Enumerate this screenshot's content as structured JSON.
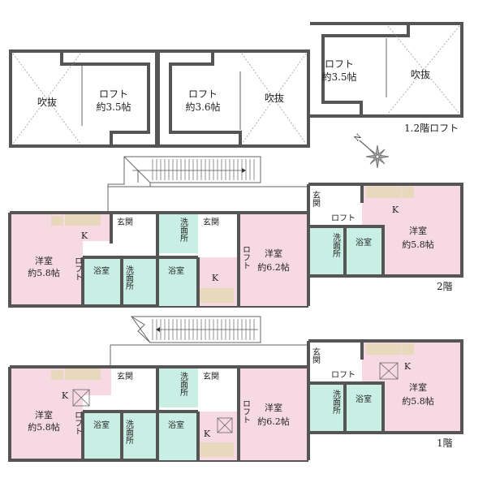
{
  "colors": {
    "wall": "#555555",
    "western_room": "#f7d9e3",
    "wet_area": "#c9efe4",
    "kitchen_counter": "#e8d9bd",
    "background": "#ffffff"
  },
  "floors": {
    "loft": {
      "title": "1.2階ロフト",
      "units": [
        {
          "void": "吹抜",
          "loft_name": "ロフト",
          "loft_size": "約3.5帖"
        },
        {
          "void": "吹抜",
          "loft_name": "ロフト",
          "loft_size": "約3.6帖"
        },
        {
          "void": "吹抜",
          "loft_name": "ロフト",
          "loft_size": "約3.5帖"
        }
      ]
    },
    "second": {
      "title": "2階",
      "units": [
        {
          "room": "洋室",
          "size": "約5.8帖",
          "kitchen": "K",
          "loft": "ロフト",
          "bath": "浴室",
          "washroom": "洗面所",
          "entrance": "玄関"
        },
        {
          "room": "洋室",
          "size": "約6.2帖",
          "kitchen": "K",
          "loft": "ロフト",
          "bath": "浴室",
          "washroom": "洗面所",
          "entrance": "玄関"
        },
        {
          "room": "洋室",
          "size": "約5.8帖",
          "kitchen": "K",
          "loft": "ロフト",
          "bath": "浴室",
          "washroom": "洗面所",
          "entrance": "玄関"
        }
      ]
    },
    "first": {
      "title": "1階",
      "units": [
        {
          "room": "洋室",
          "size": "約5.8帖",
          "kitchen": "K",
          "loft": "ロフト",
          "bath": "浴室",
          "washroom": "洗面所",
          "entrance": "玄関"
        },
        {
          "room": "洋室",
          "size": "約6.2帖",
          "kitchen": "K",
          "loft": "ロフト",
          "bath": "浴室",
          "washroom": "洗面所",
          "entrance": "玄関"
        },
        {
          "room": "洋室",
          "size": "約5.8帖",
          "kitchen": "K",
          "loft": "ロフト",
          "bath": "浴室",
          "washroom": "洗面所",
          "entrance": "玄関"
        }
      ]
    }
  },
  "compass": {
    "north_label": "N",
    "icon": "compass-rose-icon"
  }
}
